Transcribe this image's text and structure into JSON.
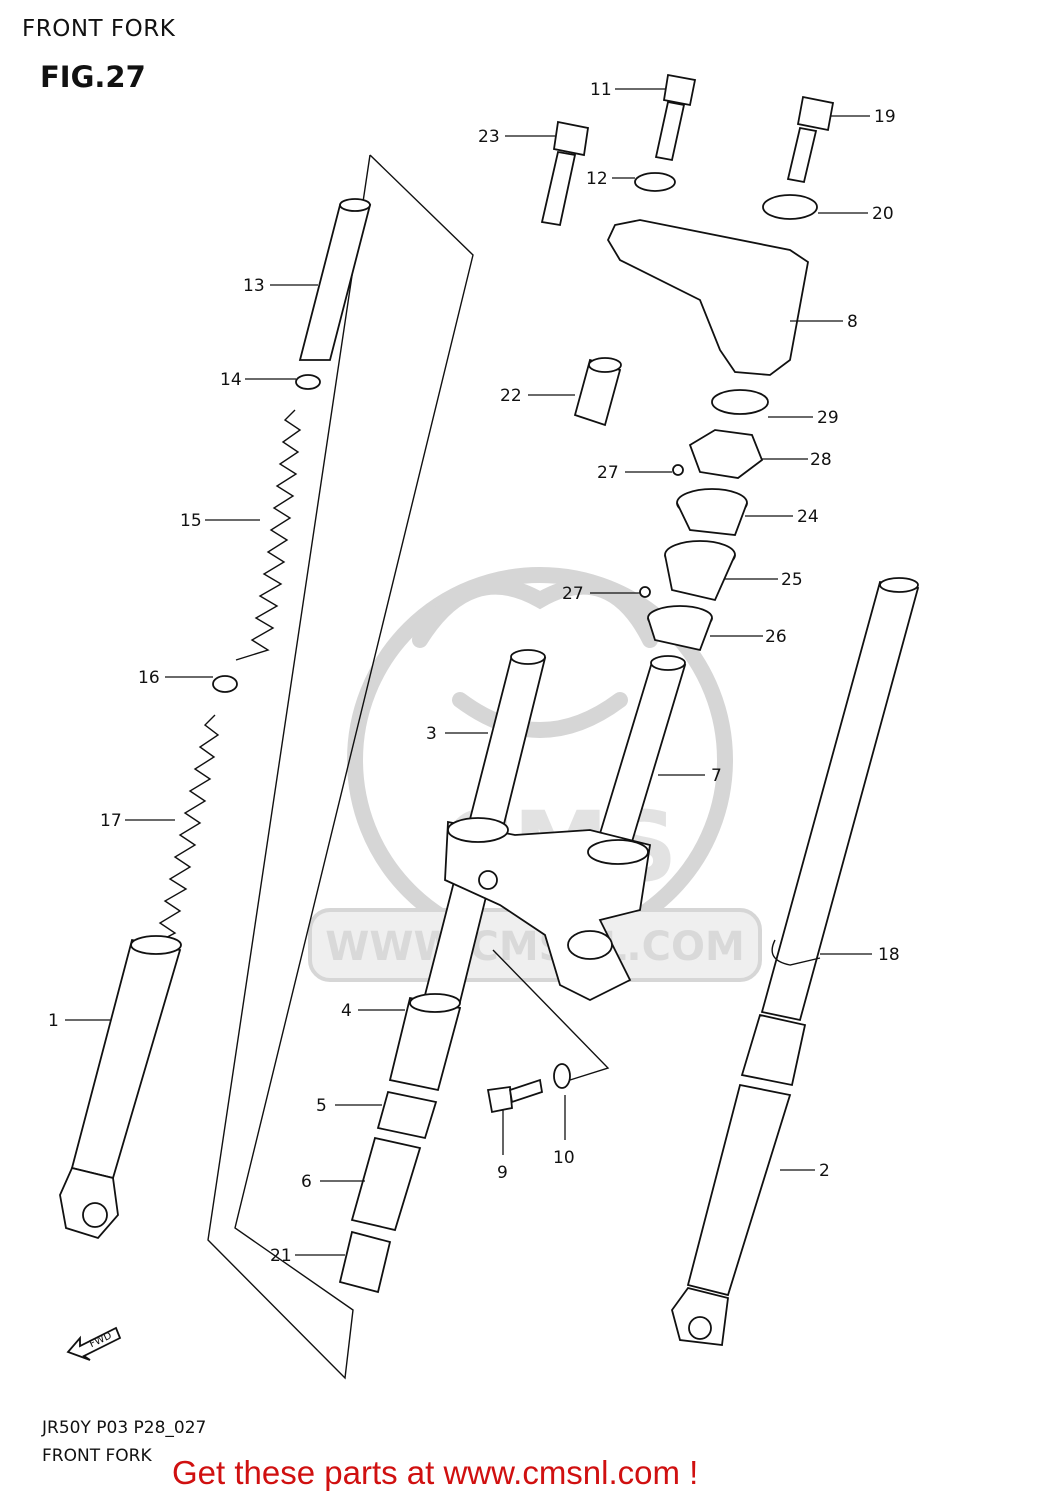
{
  "header": {
    "section_title": "FRONT FORK",
    "figure_label": "FIG.27"
  },
  "watermark": {
    "text": "WWW.CMSNL.COM",
    "logo_letters": "CMS"
  },
  "fwd_arrow": {
    "label": "FWD"
  },
  "callouts": [
    {
      "id": "c1",
      "label": "1"
    },
    {
      "id": "c2",
      "label": "2"
    },
    {
      "id": "c3",
      "label": "3"
    },
    {
      "id": "c4",
      "label": "4"
    },
    {
      "id": "c5",
      "label": "5"
    },
    {
      "id": "c6",
      "label": "6"
    },
    {
      "id": "c7",
      "label": "7"
    },
    {
      "id": "c8",
      "label": "8"
    },
    {
      "id": "c9",
      "label": "9"
    },
    {
      "id": "c10",
      "label": "10"
    },
    {
      "id": "c11",
      "label": "11"
    },
    {
      "id": "c12",
      "label": "12"
    },
    {
      "id": "c13",
      "label": "13"
    },
    {
      "id": "c14",
      "label": "14"
    },
    {
      "id": "c15",
      "label": "15"
    },
    {
      "id": "c16",
      "label": "16"
    },
    {
      "id": "c17",
      "label": "17"
    },
    {
      "id": "c18",
      "label": "18"
    },
    {
      "id": "c19",
      "label": "19"
    },
    {
      "id": "c20",
      "label": "20"
    },
    {
      "id": "c21",
      "label": "21"
    },
    {
      "id": "c22",
      "label": "22"
    },
    {
      "id": "c23",
      "label": "23"
    },
    {
      "id": "c24",
      "label": "24"
    },
    {
      "id": "c25",
      "label": "25"
    },
    {
      "id": "c26",
      "label": "26"
    },
    {
      "id": "c27a",
      "label": "27"
    },
    {
      "id": "c27b",
      "label": "27"
    },
    {
      "id": "c28",
      "label": "28"
    },
    {
      "id": "c29",
      "label": "29"
    }
  ],
  "footer": {
    "drawing_code": "JR50Y P03 P28_027",
    "caption": "FRONT FORK",
    "banner": "Get these parts at www.cmsnl.com !"
  },
  "colors": {
    "line": "#111111",
    "banner": "#d01010",
    "watermark": "#d6d6d6"
  }
}
